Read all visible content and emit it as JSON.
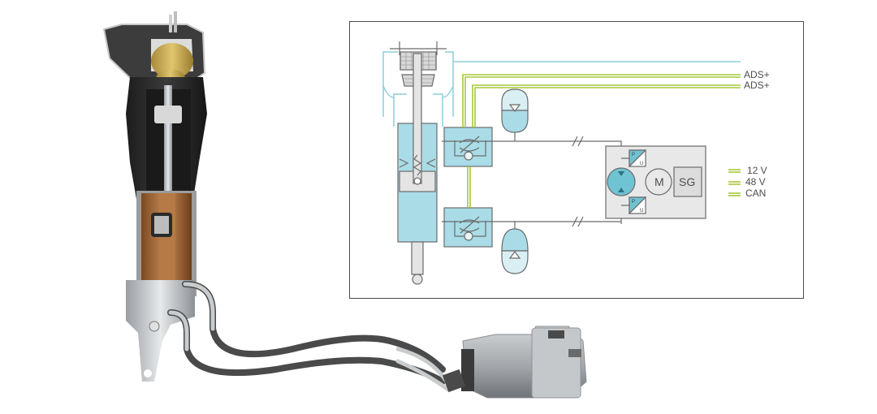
{
  "figure": {
    "description": "Active suspension strut with electro-hydraulic pump unit and hydraulic schematic",
    "photo": {
      "components": [
        "air-spring-strut",
        "damper-cutaway",
        "hydraulic-lines",
        "electric-pump-unit"
      ]
    },
    "schematic": {
      "signal_labels": [
        "ADS+",
        "ADS+"
      ],
      "motor_label": "M",
      "controller_label": "SG",
      "sensor_labels": {
        "pressure": "P",
        "voltage": "U"
      },
      "supply_labels": [
        "12 V",
        "48 V",
        "CAN"
      ]
    },
    "colors": {
      "fluid": "#a9dce7",
      "fluid_light": "#d9eff4",
      "pneumatic_line": "#8ccfd9",
      "signal_line": "#a6c83a",
      "outline": "#6b6b6b",
      "housing": "#e8e8e8",
      "pump": "#6fc3d3"
    }
  }
}
